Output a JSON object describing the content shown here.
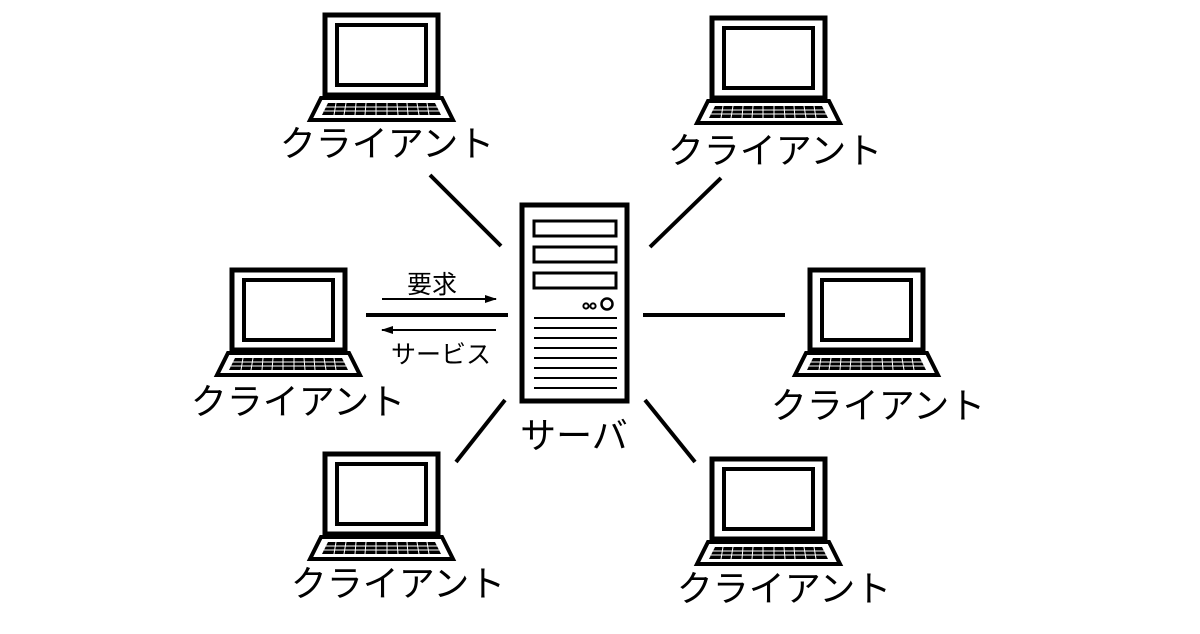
{
  "diagram": {
    "server_label": "サーバ",
    "request_label": "要求",
    "service_label": "サービス",
    "client_label": "クライアント",
    "clients": [
      {
        "id": "top-left",
        "label": "クライアント"
      },
      {
        "id": "top-right",
        "label": "クライアント"
      },
      {
        "id": "middle-left",
        "label": "クライアント"
      },
      {
        "id": "middle-right",
        "label": "クライアント"
      },
      {
        "id": "bottom-left",
        "label": "クライアント"
      },
      {
        "id": "bottom-right",
        "label": "クライアント"
      }
    ],
    "colors": {
      "stroke": "#000000",
      "background": "#ffffff"
    }
  }
}
